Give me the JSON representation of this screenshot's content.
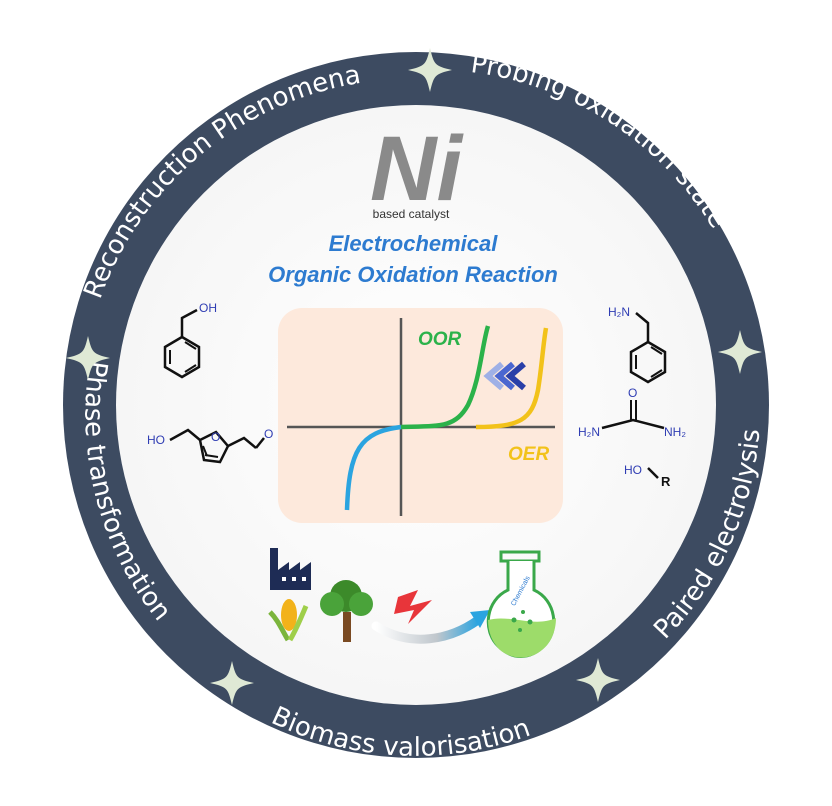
{
  "ring": {
    "labels": {
      "reconstruction": "Reconstruction Phenomena",
      "probing": "Probing oxidation state",
      "paired": "Paired electrolysis",
      "biomass": "Biomass valorisation",
      "phase": "Phase transformation"
    }
  },
  "center": {
    "element": "Ni",
    "subtitle": "based catalyst",
    "title_line1": "Electrochemical",
    "title_line2": "Organic Oxidation Reaction"
  },
  "plot": {
    "oor_label": "OOR",
    "oer_label": "OER"
  },
  "molecules": {
    "benzyl_alcohol": {
      "oh": "OH"
    },
    "hmf": {
      "ho": "HO"
    },
    "benzylamine": {
      "h2n": "H₂N"
    },
    "urea": {
      "o": "O",
      "h2n": "H₂N",
      "nh2": "NH₂"
    },
    "alcohol": {
      "ho": "HO",
      "r": "R"
    }
  },
  "flask": {
    "label": "Chemicals"
  },
  "colors": {
    "ring": "#3d4b61",
    "star": "#dfe9d5",
    "title_blue": "#2d7bd0",
    "ni_gray": "#8a8a8a",
    "oor_green": "#2bb24a",
    "oer_yellow": "#f2c21a",
    "cathodic_blue": "#2ba4e0",
    "plot_bg": "#fde9dc",
    "chem_blue": "#2f3db3"
  }
}
